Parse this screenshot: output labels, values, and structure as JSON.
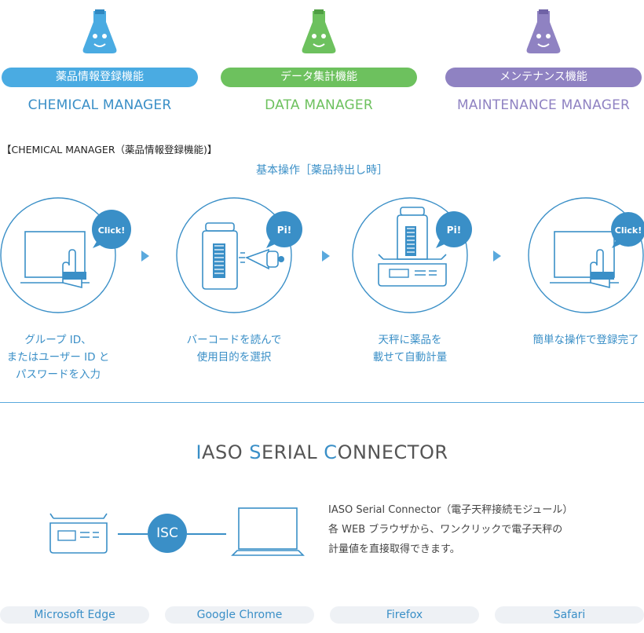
{
  "modules": [
    {
      "label": "薬品情報登録機能",
      "title": "CHEMICAL MANAGER",
      "color": "#4aabe2",
      "icon": "flask-mascot-icon"
    },
    {
      "label": "データ集計機能",
      "title": "DATA MANAGER",
      "color": "#6dc15e",
      "icon": "flask-mascot-icon"
    },
    {
      "label": "メンテナンス機能",
      "title": "MAINTENANCE MANAGER",
      "color": "#8f82c2",
      "icon": "flask-mascot-icon"
    }
  ],
  "section_heading": "【CHEMICAL MANAGER（薬品情報登録機能)】",
  "basic_op_label": "基本操作［薬品持出し時］",
  "steps": [
    {
      "badge": "Click!",
      "line1": "グループ ID、",
      "line2": "またはユーザー ID と",
      "line3": "パスワードを入力",
      "icon": "computer-touch-icon"
    },
    {
      "badge": "Pi!",
      "line1": "バーコードを読んで",
      "line2": "使用目的を選択",
      "line3": "",
      "icon": "barcode-scan-icon"
    },
    {
      "badge": "Pi!",
      "line1": "天秤に薬品を",
      "line2": "載せて自動計量",
      "line3": "",
      "icon": "balance-bottle-icon"
    },
    {
      "badge": "Click!",
      "line1": "簡単な操作で登録完了",
      "line2": "",
      "line3": "",
      "icon": "computer-touch-icon"
    }
  ],
  "isc": {
    "title_i": "I",
    "title_1": "ASO ",
    "title_s": "S",
    "title_2": "ERIAL ",
    "title_c": "C",
    "title_3": "ONNECTOR",
    "badge": "ISC",
    "desc_line1": "IASO Serial Connector（電子天秤接続モジュール）",
    "desc_line2": "各 WEB ブラウザから、ワンクリックで電子天秤の",
    "desc_line3": "計量値を直接取得できます。"
  },
  "browsers": [
    "Microsoft Edge",
    "Google Chrome",
    "Firefox",
    "Safari"
  ],
  "colors": {
    "accent": "#3a8fc7",
    "pill_bg": "#eef1f5"
  }
}
